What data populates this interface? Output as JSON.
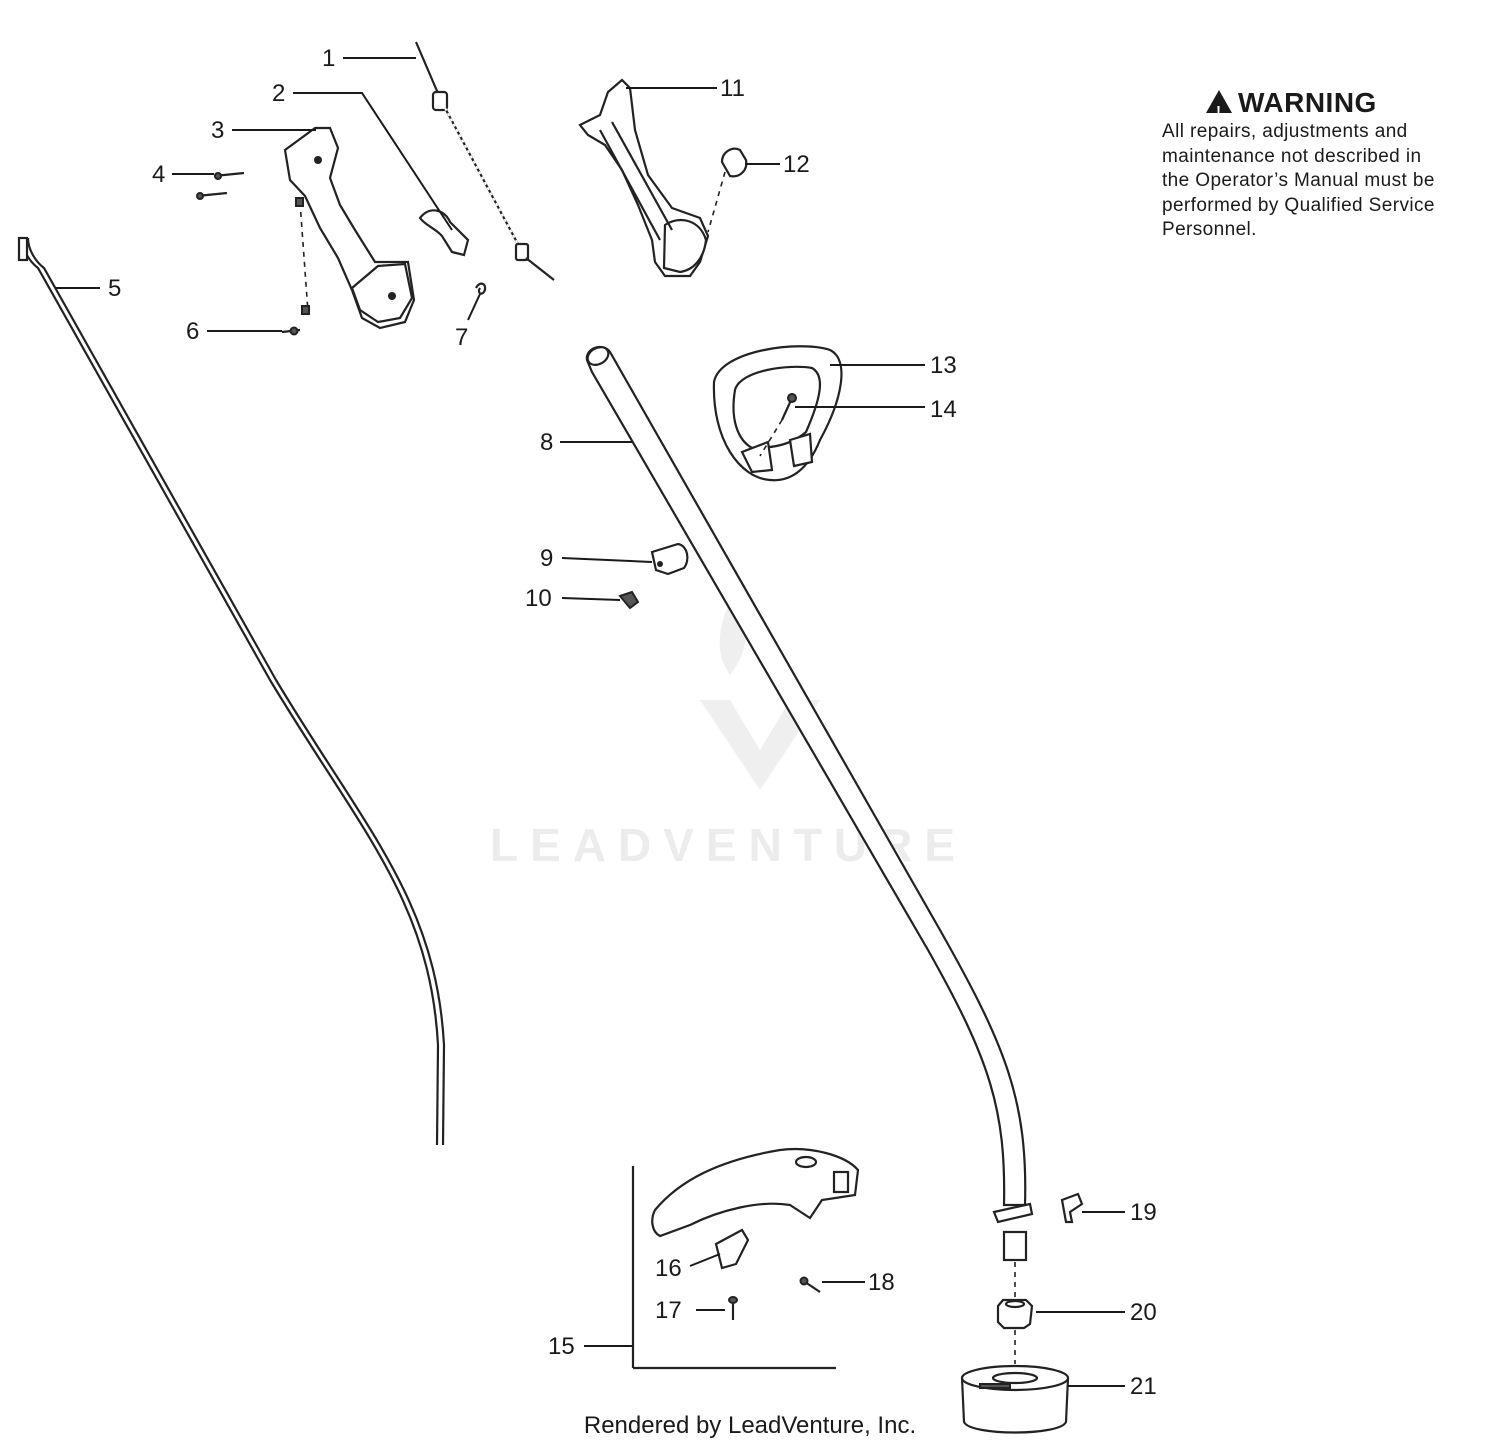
{
  "callouts": {
    "c1": "1",
    "c2": "2",
    "c3": "3",
    "c4": "4",
    "c5": "5",
    "c6": "6",
    "c7": "7",
    "c8": "8",
    "c9": "9",
    "c10": "10",
    "c11": "11",
    "c12": "12",
    "c13": "13",
    "c14": "14",
    "c15": "15",
    "c16": "16",
    "c17": "17",
    "c18": "18",
    "c19": "19",
    "c20": "20",
    "c21": "21"
  },
  "warning": {
    "title": "WARNING",
    "body": "All repairs, adjustments and\nmaintenance not described in\nthe Operator’s Manual must be\nperformed by Qualified Service\nPersonnel."
  },
  "watermark": "LEADVENTURE",
  "footer": "Rendered by LeadVenture, Inc."
}
